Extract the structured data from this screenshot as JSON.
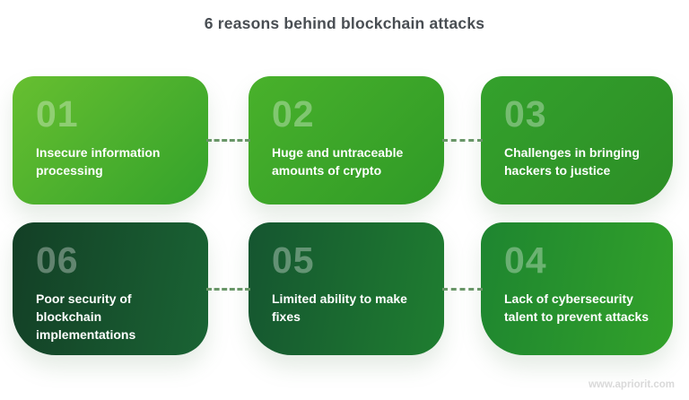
{
  "title": "6 reasons behind blockchain attacks",
  "watermark": "www.apriorit.com",
  "colors": {
    "background": "#ffffff",
    "title_text": "#494e53",
    "card_text": "#ffffff",
    "number_tint": "rgba(255,255,255,0.33)",
    "connector": "#699668",
    "watermark_text": "#d9d9d9"
  },
  "cards": [
    {
      "number": "01",
      "label": "Insecure information processing",
      "row": "top",
      "gradient_angle": "135deg",
      "gradient_from": "#67bf30",
      "gradient_to": "#33a22b"
    },
    {
      "number": "02",
      "label": "Huge and untraceable amounts of crypto",
      "row": "top",
      "gradient_angle": "135deg",
      "gradient_from": "#49b12b",
      "gradient_to": "#2f9a27"
    },
    {
      "number": "03",
      "label": "Challenges in bringing hackers to justice",
      "row": "top",
      "gradient_angle": "135deg",
      "gradient_from": "#34a12c",
      "gradient_to": "#2c8e26"
    },
    {
      "number": "06",
      "label": "Poor security of blockchain implementations",
      "row": "bottom",
      "gradient_angle": "100deg",
      "gradient_from": "#133f26",
      "gradient_to": "#1a6434"
    },
    {
      "number": "05",
      "label": "Limited ability to make fixes",
      "row": "bottom",
      "gradient_angle": "100deg",
      "gradient_from": "#155530",
      "gradient_to": "#1f7e30"
    },
    {
      "number": "04",
      "label": "Lack of cybersecurity talent to prevent attacks",
      "row": "bottom",
      "gradient_angle": "100deg",
      "gradient_from": "#1e8530",
      "gradient_to": "#32a22a"
    }
  ]
}
